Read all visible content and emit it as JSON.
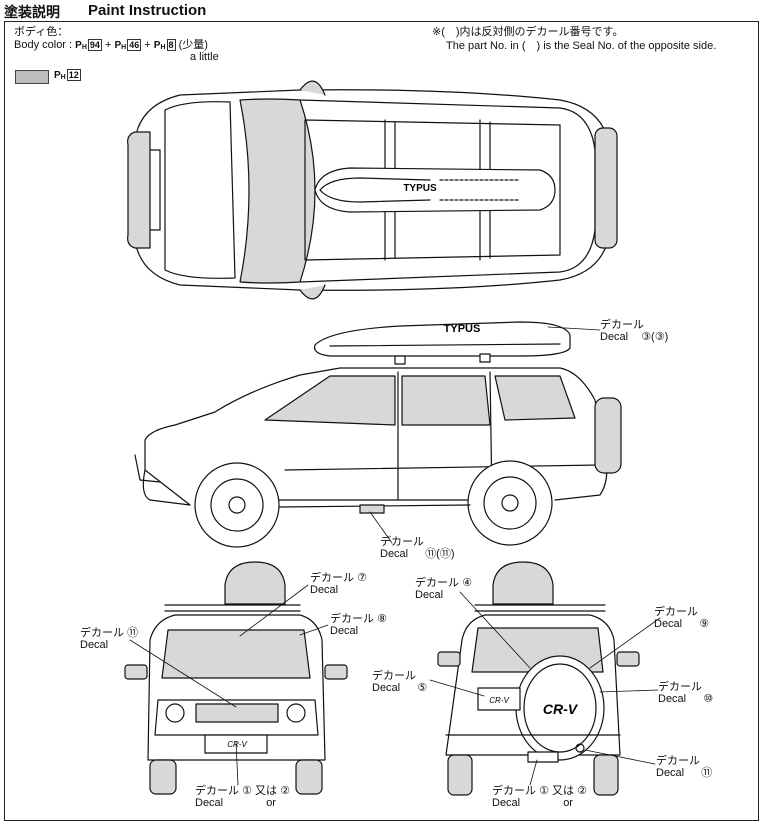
{
  "header": {
    "title_jp": "塗装説明",
    "title_en": "Paint Instruction"
  },
  "body_color": {
    "label_jp": "ボディ色：",
    "label_en": "Body color :",
    "ph_prefix": "PH",
    "codes": [
      "94",
      "46",
      "8"
    ],
    "plus": "+",
    "little_jp": "(少量)",
    "little_en": "a little"
  },
  "swatch": {
    "code": "12",
    "color": "#bdbdbd"
  },
  "note": {
    "jp": "※(　)内は反対側のデカール番号です。",
    "en": "The part No. in (　) is the Seal No. of the opposite side."
  },
  "callouts": {
    "roof_box": {
      "jp": "デカール",
      "en": "Decal",
      "num": "③(③)"
    },
    "side_bottom": {
      "jp": "デカール",
      "en": "Decal",
      "num": "⑪(⑪)"
    },
    "front_7": {
      "jp": "デカール",
      "en": "Decal",
      "num": "⑦"
    },
    "front_8": {
      "jp": "デカール",
      "en": "Decal",
      "num": "⑧"
    },
    "front_11": {
      "jp": "デカール",
      "en": "Decal",
      "num": "⑪"
    },
    "front_bottom": {
      "jp": "デカール",
      "en": "Decal",
      "num": "①",
      "or_jp": "又は",
      "or_en": "or",
      "alt": "②"
    },
    "rear_4": {
      "jp": "デカール",
      "en": "Decal",
      "num": "④"
    },
    "rear_5": {
      "jp": "デカール",
      "en": "Decal",
      "num": "⑤"
    },
    "rear_9": {
      "jp": "デカール",
      "en": "Decal",
      "num": "⑨"
    },
    "rear_10": {
      "jp": "デカール",
      "en": "Decal",
      "num": "⑩"
    },
    "rear_11": {
      "jp": "デカール",
      "en": "Decal",
      "num": "⑪"
    },
    "rear_bottom": {
      "jp": "デカール",
      "en": "Decal",
      "num": "①",
      "or_jp": "又は",
      "or_en": "or",
      "alt": "②"
    }
  },
  "vehicle_marks": {
    "roof_box_logo": "TYPUS",
    "side_box_logo": "TYPUS",
    "crv_badge": "CR-V",
    "spare_logo": "CR-V"
  }
}
